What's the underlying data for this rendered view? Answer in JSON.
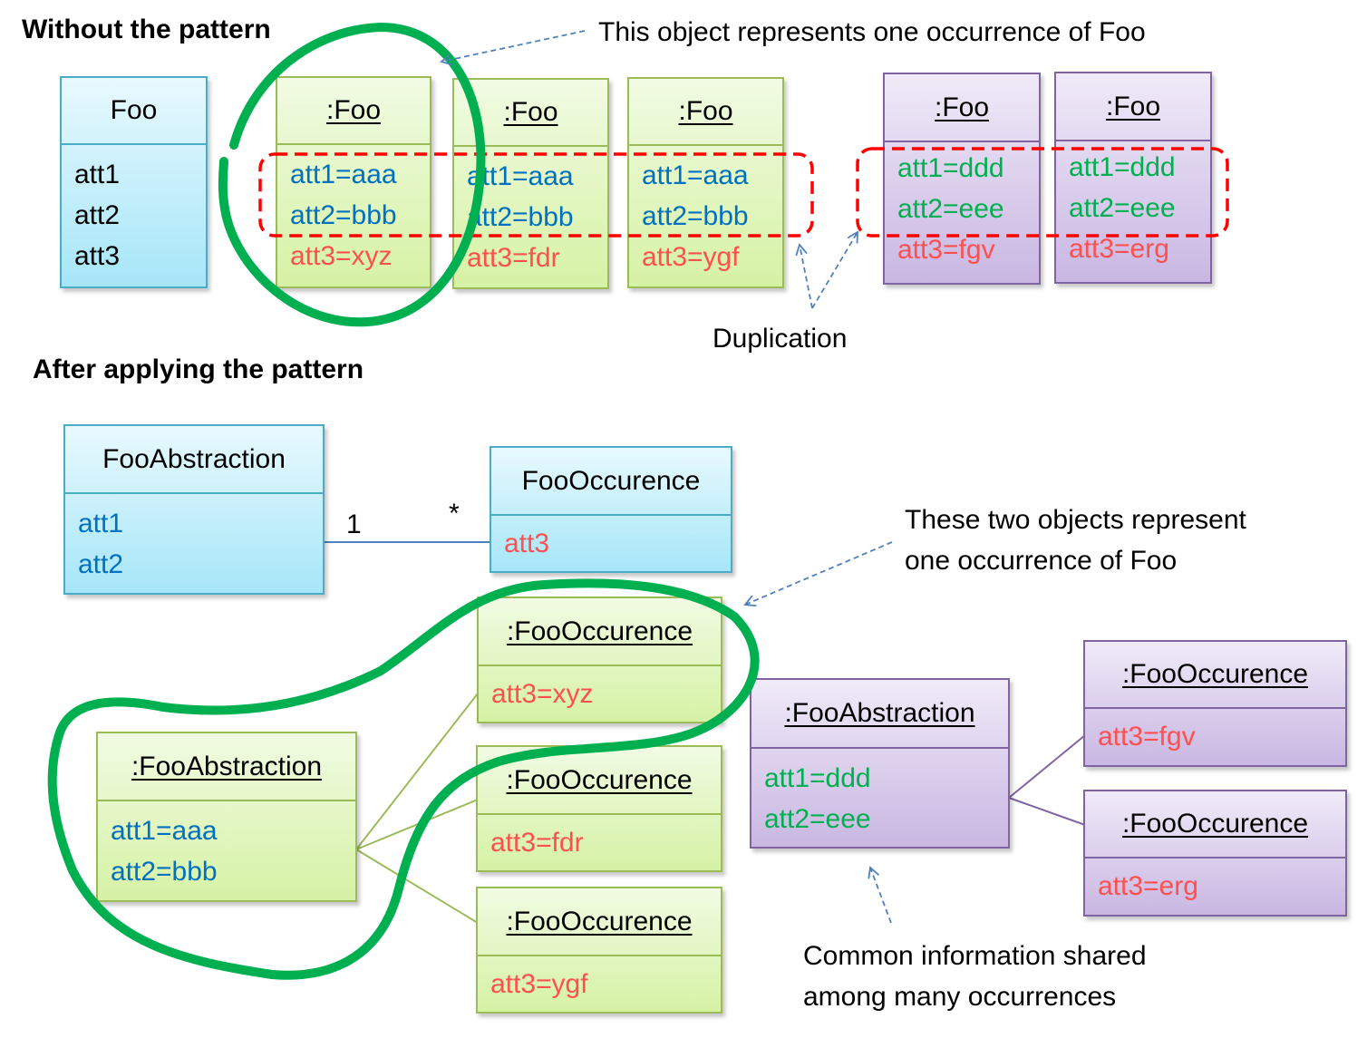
{
  "headings": {
    "without": "Without the pattern",
    "after": "After applying  the pattern"
  },
  "annotations": {
    "one_occurrence": "This object represents one occurrence of Foo",
    "duplication": "Duplication",
    "two_objects_line1": "These two objects represent",
    "two_objects_line2": "one occurrence of Foo",
    "common_line1": "Common information shared",
    "common_line2": "among many occurrences"
  },
  "colors": {
    "class_border": "#4bacc6",
    "green_object_border": "#9bbb59",
    "purple_object_border": "#8064a2",
    "shared_att_blue": "#0070c0",
    "shared_att_green": "#00b050",
    "unique_att_red": "#ff5050",
    "highlight_circle": "#00b050",
    "duplication_box": "#ff0000",
    "arrow": "#4f81bd"
  },
  "top": {
    "class_foo": {
      "name": "Foo",
      "attributes": [
        "att1",
        "att2",
        "att3"
      ]
    },
    "green_objects": [
      {
        "name": ":Foo",
        "att1": "att1=aaa",
        "att2": "att2=bbb",
        "att3": "att3=xyz"
      },
      {
        "name": ":Foo",
        "att1": "att1=aaa",
        "att2": "att2=bbb",
        "att3": "att3=fdr"
      },
      {
        "name": ":Foo",
        "att1": "att1=aaa",
        "att2": "att2=bbb",
        "att3": "att3=ygf"
      }
    ],
    "purple_objects": [
      {
        "name": ":Foo",
        "att1": "att1=ddd",
        "att2": "att2=eee",
        "att3": "att3=fgv"
      },
      {
        "name": ":Foo",
        "att1": "att1=ddd",
        "att2": "att2=eee",
        "att3": "att3=erg"
      }
    ]
  },
  "bottom": {
    "class_abstraction": {
      "name": "FooAbstraction",
      "attributes": [
        "att1",
        "att2"
      ]
    },
    "class_occurrence": {
      "name": "FooOccurence",
      "attributes": [
        "att3"
      ]
    },
    "association": {
      "left_multiplicity": "1",
      "right_multiplicity": "*"
    },
    "green_abstraction": {
      "name": ":FooAbstraction",
      "att1": "att1=aaa",
      "att2": "att2=bbb"
    },
    "green_occurrences": [
      {
        "name": ":FooOccurence",
        "att3": "att3=xyz"
      },
      {
        "name": ":FooOccurence",
        "att3": "att3=fdr"
      },
      {
        "name": ":FooOccurence",
        "att3": "att3=ygf"
      }
    ],
    "purple_abstraction": {
      "name": ":FooAbstraction",
      "att1": "att1=ddd",
      "att2": "att2=eee"
    },
    "purple_occurrences": [
      {
        "name": ":FooOccurence",
        "att3": "att3=fgv"
      },
      {
        "name": ":FooOccurence",
        "att3": "att3=erg"
      }
    ]
  }
}
